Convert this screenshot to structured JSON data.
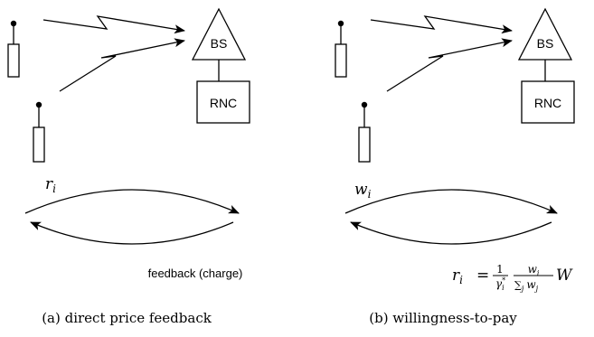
{
  "panel_a": {
    "bs_label": "BS",
    "rnc_label": "RNC",
    "var_label": "r",
    "var_sub": "i",
    "feedback_label": "feedback (charge)",
    "caption": "(a) direct price feedback"
  },
  "panel_b": {
    "bs_label": "BS",
    "rnc_label": "RNC",
    "var_label": "w",
    "var_sub": "i",
    "formula": {
      "lhs": "r",
      "lhs_sub": "i",
      "equals": "=",
      "frac1_num": "1",
      "frac1_den": "γ",
      "frac1_den_sup": "*",
      "frac1_den_sub": "i",
      "frac2_num": "w",
      "frac2_num_sub": "i",
      "frac2_den_sum": "∑",
      "frac2_den_sum_sub": "j",
      "frac2_den_var": "w",
      "frac2_den_var_sub": "j",
      "tail": "W"
    },
    "caption": "(b) willingness-to-pay"
  },
  "icons": {
    "terminal": "mobile-terminal-icon",
    "base_station": "base-station-triangle-icon",
    "rnc": "rnc-box-icon",
    "radio_link": "lightning-link-arrow-icon"
  }
}
